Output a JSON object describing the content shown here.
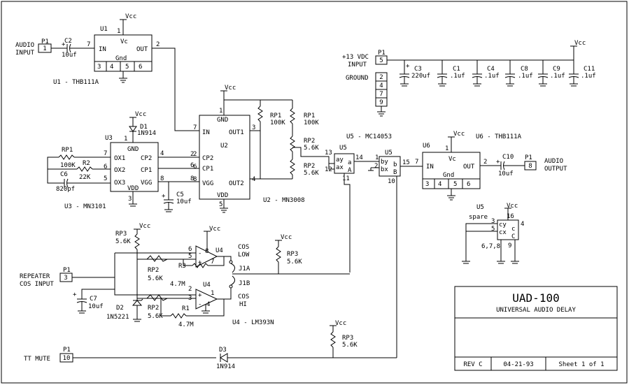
{
  "title_block": {
    "title": "UAD-100",
    "subtitle": "UNIVERSAL AUDIO DELAY",
    "revision": "REV C",
    "date": "04-21-93",
    "sheet": "Sheet 1 of 1"
  },
  "labels": {
    "vcc": "Vcc",
    "gnd": "Gnd",
    "audio_input_1": "AUDIO",
    "audio_input_2": "INPUT",
    "audio_output_1": "AUDIO",
    "audio_output_2": "OUTPUT",
    "repeater_1": "REPEATER",
    "repeater_2": "COS INPUT",
    "tt_mute": "TT MUTE",
    "plus13_1": "+13 VDC",
    "plus13_2": "INPUT",
    "ground": "GROUND",
    "cos_low_1": "COS",
    "cos_low_2": "LOW",
    "cos_hi_1": "COS",
    "cos_hi_2": "HI",
    "spare": "spare"
  },
  "parts": {
    "u1": "U1",
    "u1_desc": "U1 - THB111A",
    "u2": "U2",
    "u2_desc": "U2 - MN3008",
    "u3": "U3",
    "u3_desc": "U3 - MN3101",
    "u4": "U4",
    "u4_desc": "U4 - LM393N",
    "u5": "U5",
    "u5_desc": "U5 - MC14053",
    "u6": "U6",
    "u6_desc": "U6 - THB111A",
    "p1": "P1",
    "c2": "C2",
    "c2v": "10uf",
    "c3": "C3",
    "c3v": "220uf",
    "c1": "C1",
    "c1v": ".1uf",
    "c4": "C4",
    "c4v": ".1uf",
    "c8": "C8",
    "c8v": ".1uf",
    "c9": "C9",
    "c9v": ".1uf",
    "c11": "C11",
    "c11v": ".1uf",
    "c5": "C5",
    "c5v": "10uf",
    "c6": "C6",
    "c6v": "820pf",
    "c7": "C7",
    "c7v": "10uf",
    "c10": "C10",
    "c10v": "10uf",
    "rp1": "RP1",
    "rp1v": "100K",
    "rp2": "RP2",
    "rp2v": "5.6K",
    "rp3": "RP3",
    "rp3v": "5.6K",
    "r1": "R1",
    "r1v": "4.7M",
    "r2": "R2",
    "r2v": "22K",
    "r2b": "RP2",
    "r2bv": "5.6K",
    "r3": "R3",
    "r3v": "4.7M",
    "d1": "D1",
    "d1v": "1N914",
    "d2": "D2",
    "d2v": "1N5221",
    "d3": "D3",
    "d3v": "1N914",
    "j1a": "J1A",
    "j1b": "J1B"
  },
  "u1_pins": {
    "p1": "1",
    "p2": "2",
    "p3": "3",
    "p4": "4",
    "p5": "5",
    "p6": "6",
    "p7": "7",
    "in": "IN",
    "out": "OUT",
    "vc": "Vc"
  },
  "u2_pins": {
    "p1": "1",
    "p2": "2",
    "p3": "3",
    "p4": "4",
    "p5": "5",
    "p6": "6",
    "p7": "7",
    "p8": "8",
    "gnd": "GND",
    "in": "IN",
    "out1": "OUT1",
    "cp2": "CP2",
    "cp1": "CP1",
    "vgg": "VGG",
    "out2": "OUT2",
    "vdd": "VDD"
  },
  "u3_pins": {
    "p1": "1",
    "p3": "3",
    "p4": "4",
    "p5": "5",
    "p6": "6",
    "p7": "7",
    "p8": "8",
    "gnd": "GND",
    "ox1": "OX1",
    "ox2": "OX2",
    "ox3": "OX3",
    "cp2": "CP2",
    "cp1": "CP1",
    "vgg": "VGG",
    "vdd": "VDD"
  },
  "u5_pins": {
    "p1": "1",
    "p2": "2",
    "p10": "10",
    "p11": "11",
    "p12": "12",
    "p13": "13",
    "p14": "14",
    "p15": "15",
    "p3": "3",
    "p4": "4",
    "p5": "5",
    "p6": "6,7,8",
    "p9": "9",
    "p16": "16",
    "ay": "ay",
    "ax": "ax",
    "a": "a",
    "A": "A",
    "by": "by",
    "bx": "bx",
    "b": "b",
    "B": "B",
    "cy": "cy",
    "cx": "cx",
    "c": "c",
    "C": "C"
  },
  "u6_pins": {
    "p1": "1",
    "p2": "2",
    "p3": "3",
    "p4": "4",
    "p5": "5",
    "p6": "6",
    "p7": "7",
    "in": "IN",
    "out": "OUT",
    "vc": "Vc"
  },
  "u4_pins": {
    "p1": "1",
    "p2": "2",
    "p3": "3",
    "p4": "4",
    "p5": "5",
    "p6": "6",
    "p7": "7",
    "p8": "8",
    "plus": "+",
    "minus": "-"
  },
  "p1_pins": {
    "audio_in": "1",
    "audio_out": "8",
    "cos": "3",
    "tt": "10",
    "vdc": "5",
    "g2": "2",
    "g4": "4",
    "g7": "7",
    "g9": "9"
  }
}
